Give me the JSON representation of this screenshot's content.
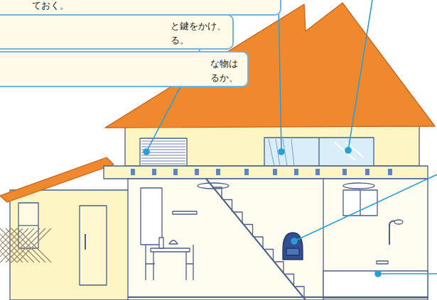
{
  "diagram": {
    "nodes": [
      {
        "text": [
          "ておく。"
        ]
      },
      {
        "text": [
          "と鍵をかけ、 る。"
        ]
      },
      {
        "text": [
          "な物は るか、"
        ]
      }
    ]
  }
}
